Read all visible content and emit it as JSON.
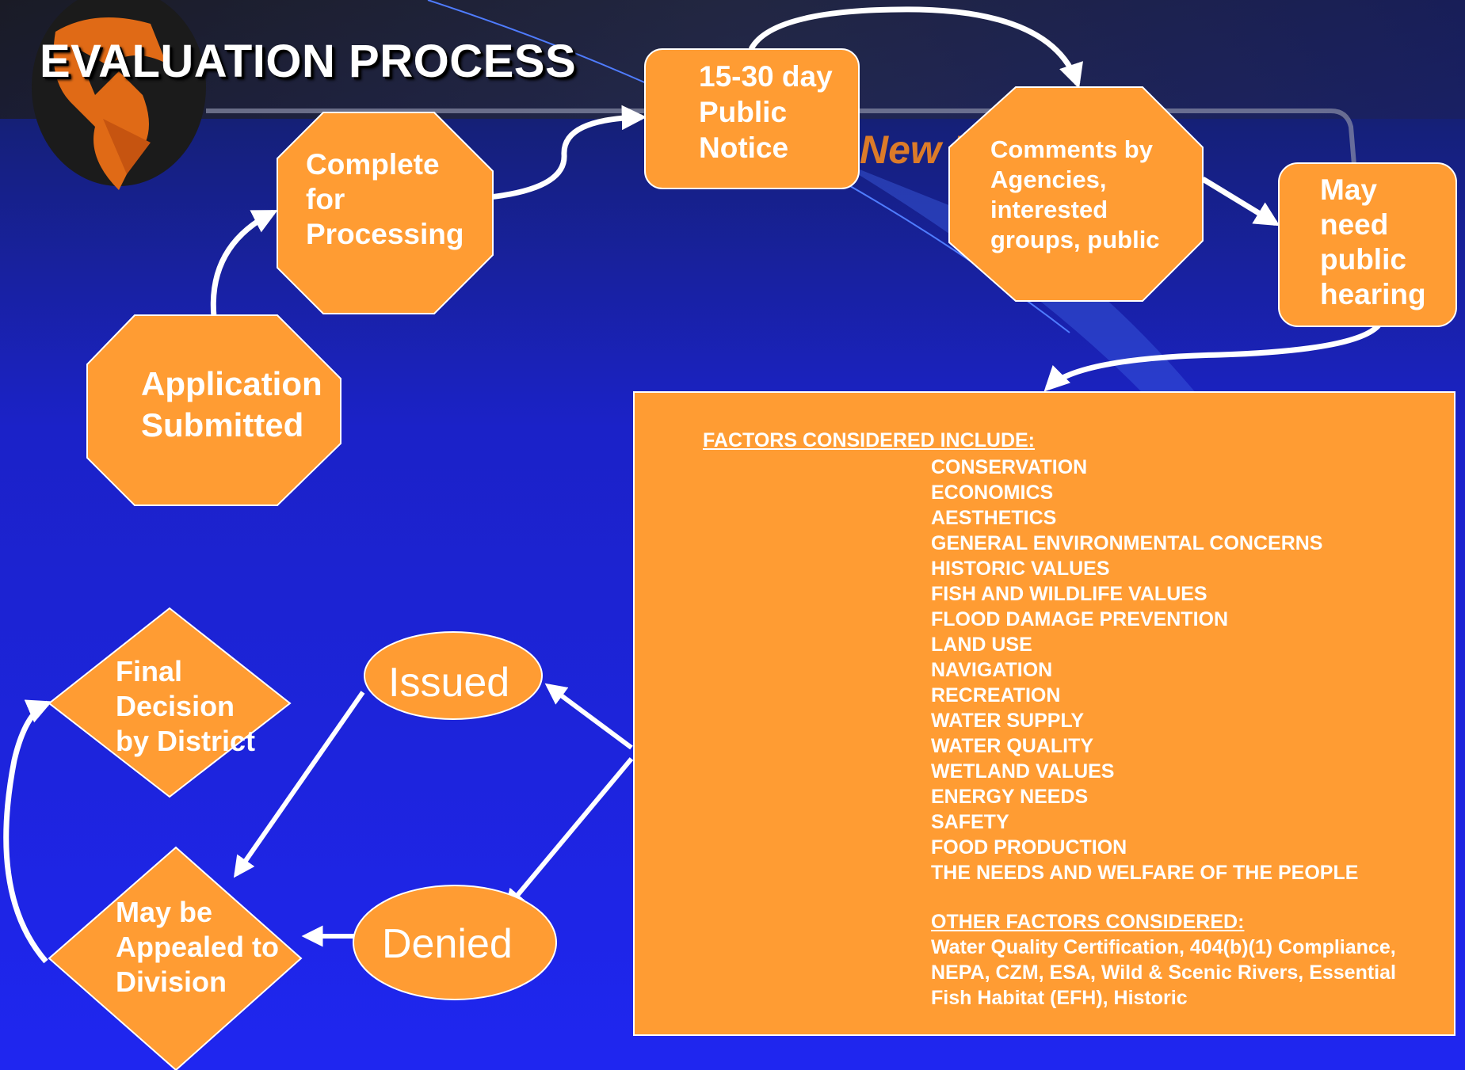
{
  "title": "EVALUATION PROCESS",
  "watermark": "New District",
  "nodes": {
    "application": [
      "Application",
      "Submitted"
    ],
    "complete": [
      "Complete",
      "for",
      "Processing"
    ],
    "public_notice": [
      "15-30 day",
      "Public",
      "Notice"
    ],
    "comments": [
      "Comments by",
      "Agencies,",
      "interested",
      "groups, public"
    ],
    "hearing": [
      "May",
      "need",
      "public",
      "hearing"
    ],
    "issued": "Issued",
    "denied": "Denied",
    "final": [
      "Final",
      "Decision",
      "by District"
    ],
    "appeal": [
      "May be",
      "Appealed to",
      "Division"
    ]
  },
  "factors": {
    "heading": "FACTORS CONSIDERED INCLUDE:",
    "items": [
      "CONSERVATION",
      "ECONOMICS",
      "AESTHETICS",
      "GENERAL ENVIRONMENTAL CONCERNS",
      "HISTORIC VALUES",
      "FISH AND WILDLIFE VALUES",
      "FLOOD DAMAGE PREVENTION",
      "LAND USE",
      "NAVIGATION",
      "RECREATION",
      "WATER SUPPLY",
      "WATER QUALITY",
      "WETLAND VALUES",
      "ENERGY NEEDS",
      "SAFETY",
      "FOOD PRODUCTION",
      "THE NEEDS AND WELFARE OF THE PEOPLE"
    ],
    "other_heading": "OTHER FACTORS CONSIDERED:",
    "other_text": "Water Quality Certification,  404(b)(1) Compliance,  NEPA,  CZM,  ESA,  Wild & Scenic Rivers,  Essential Fish Habitat (EFH), Historic"
  },
  "colors": {
    "shape_fill": "#ff9c33",
    "background": "#1a1fd8",
    "text": "#ffffff"
  }
}
